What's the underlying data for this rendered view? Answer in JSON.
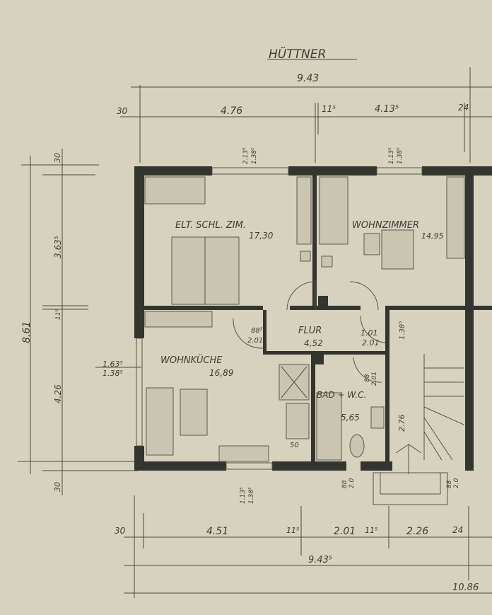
{
  "title": "HÜTTNER",
  "top_dimensions": {
    "overall": "9.43",
    "segments": [
      "30",
      "4.76",
      "11⁵",
      "4.13⁵",
      "24"
    ],
    "window_top_left": [
      "2.13⁵",
      "1.38⁵"
    ],
    "window_top_right": [
      "1.13⁵",
      "1.38⁵"
    ]
  },
  "left_dimensions": {
    "overall": "8.61",
    "segments": [
      "30",
      "3.63⁵",
      "11⁵",
      "4.26",
      "30"
    ],
    "window_left": [
      "1.63⁵",
      "1.38⁵"
    ]
  },
  "bottom_dimensions": {
    "segments": [
      "30",
      "4.51",
      "11⁵",
      "2.01",
      "11⁵",
      "2.26",
      "24"
    ],
    "overall": "9.43⁵",
    "total": "10.86",
    "window_bottom": [
      "1.13⁵",
      "1.38⁵"
    ],
    "door_small": [
      "88",
      "2.0"
    ],
    "entrance": [
      "88",
      "2.0"
    ]
  },
  "rooms": [
    {
      "name": "ELT. SCHL. ZIM.",
      "area": "17,30"
    },
    {
      "name": "WOHNZIMMER",
      "area": "14,95"
    },
    {
      "name": "FLUR",
      "area": "4,52"
    },
    {
      "name": "WOHNKÜCHE",
      "area": "16,89"
    },
    {
      "name": "BAD + W.C.",
      "area": "5,65"
    }
  ],
  "door_labels": {
    "flur_left": [
      "88⁵",
      "2.01"
    ],
    "flur_right": [
      "1.01",
      "2.01"
    ],
    "bath": [
      "88",
      "2.01"
    ],
    "hall_height": "1.38⁵",
    "stair_length": "2.76",
    "kitchen_niche": "50"
  },
  "colors": {
    "paper": "#d6d2bd",
    "ink": "#35352f"
  }
}
